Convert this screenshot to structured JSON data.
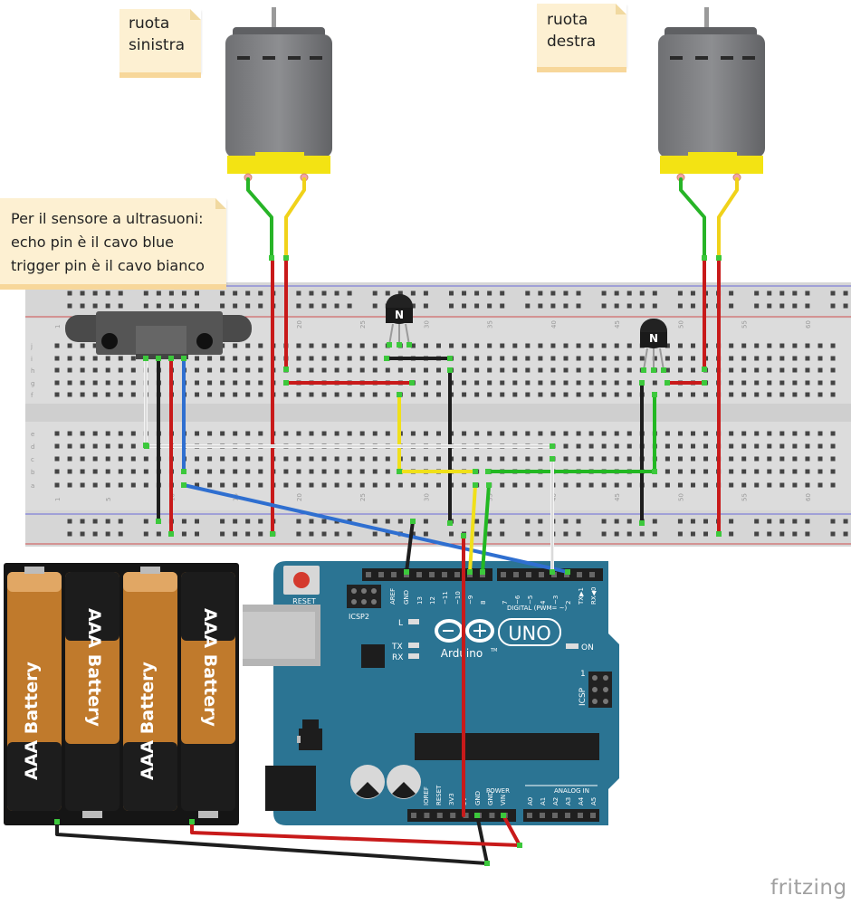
{
  "notes": {
    "left_wheel": [
      "ruota",
      "sinistra"
    ],
    "right_wheel": [
      "ruota",
      "destra"
    ],
    "sensor": [
      "Per il sensore a ultrasuoni:",
      "echo pin è il cavo blue",
      "trigger pin è il cavo bianco"
    ]
  },
  "breadboard": {
    "row_letters": [
      "j",
      "i",
      "h",
      "g",
      "f",
      "e",
      "d",
      "c",
      "b",
      "a"
    ],
    "column_numbers": [
      "1",
      "5",
      "10",
      "15",
      "20",
      "25",
      "30",
      "35",
      "40",
      "45",
      "50",
      "55",
      "60"
    ]
  },
  "transistors": {
    "label": "N"
  },
  "battery": {
    "label": "AAA Battery"
  },
  "arduino": {
    "brand": "Arduino",
    "model": "UNO",
    "tm": "TM",
    "reset": "RESET",
    "icsp2": "ICSP2",
    "icsp": "ICSP",
    "icsp_pin": "1",
    "digital": "DIGITAL (PWM= ~)",
    "led_l": "L",
    "led_tx": "TX",
    "led_rx": "RX",
    "on": "ON",
    "power": "POWER",
    "analog": "ANALOG IN",
    "top_pins": [
      "AREF",
      "GND",
      "13",
      "12",
      "~11",
      "~10",
      "~9",
      "8",
      "7",
      "~6",
      "~5",
      "4",
      "~3",
      "2",
      "TX▶1",
      "RX◀0"
    ],
    "power_pins": [
      "IOREF",
      "RESET",
      "3V3",
      "5V",
      "GND",
      "GND",
      "VIN"
    ],
    "analog_pins": [
      "A0",
      "A1",
      "A2",
      "A3",
      "A4",
      "A5"
    ]
  },
  "logo": "fritzing",
  "colors": {
    "board": "#2b7493",
    "red_wire": "#cc1818",
    "black_wire": "#202020",
    "blue_wire": "#2f6fd0",
    "white_wire": "#f2f2f2",
    "yellow_wire": "#f1e21a",
    "green_wire": "#22bb22"
  }
}
